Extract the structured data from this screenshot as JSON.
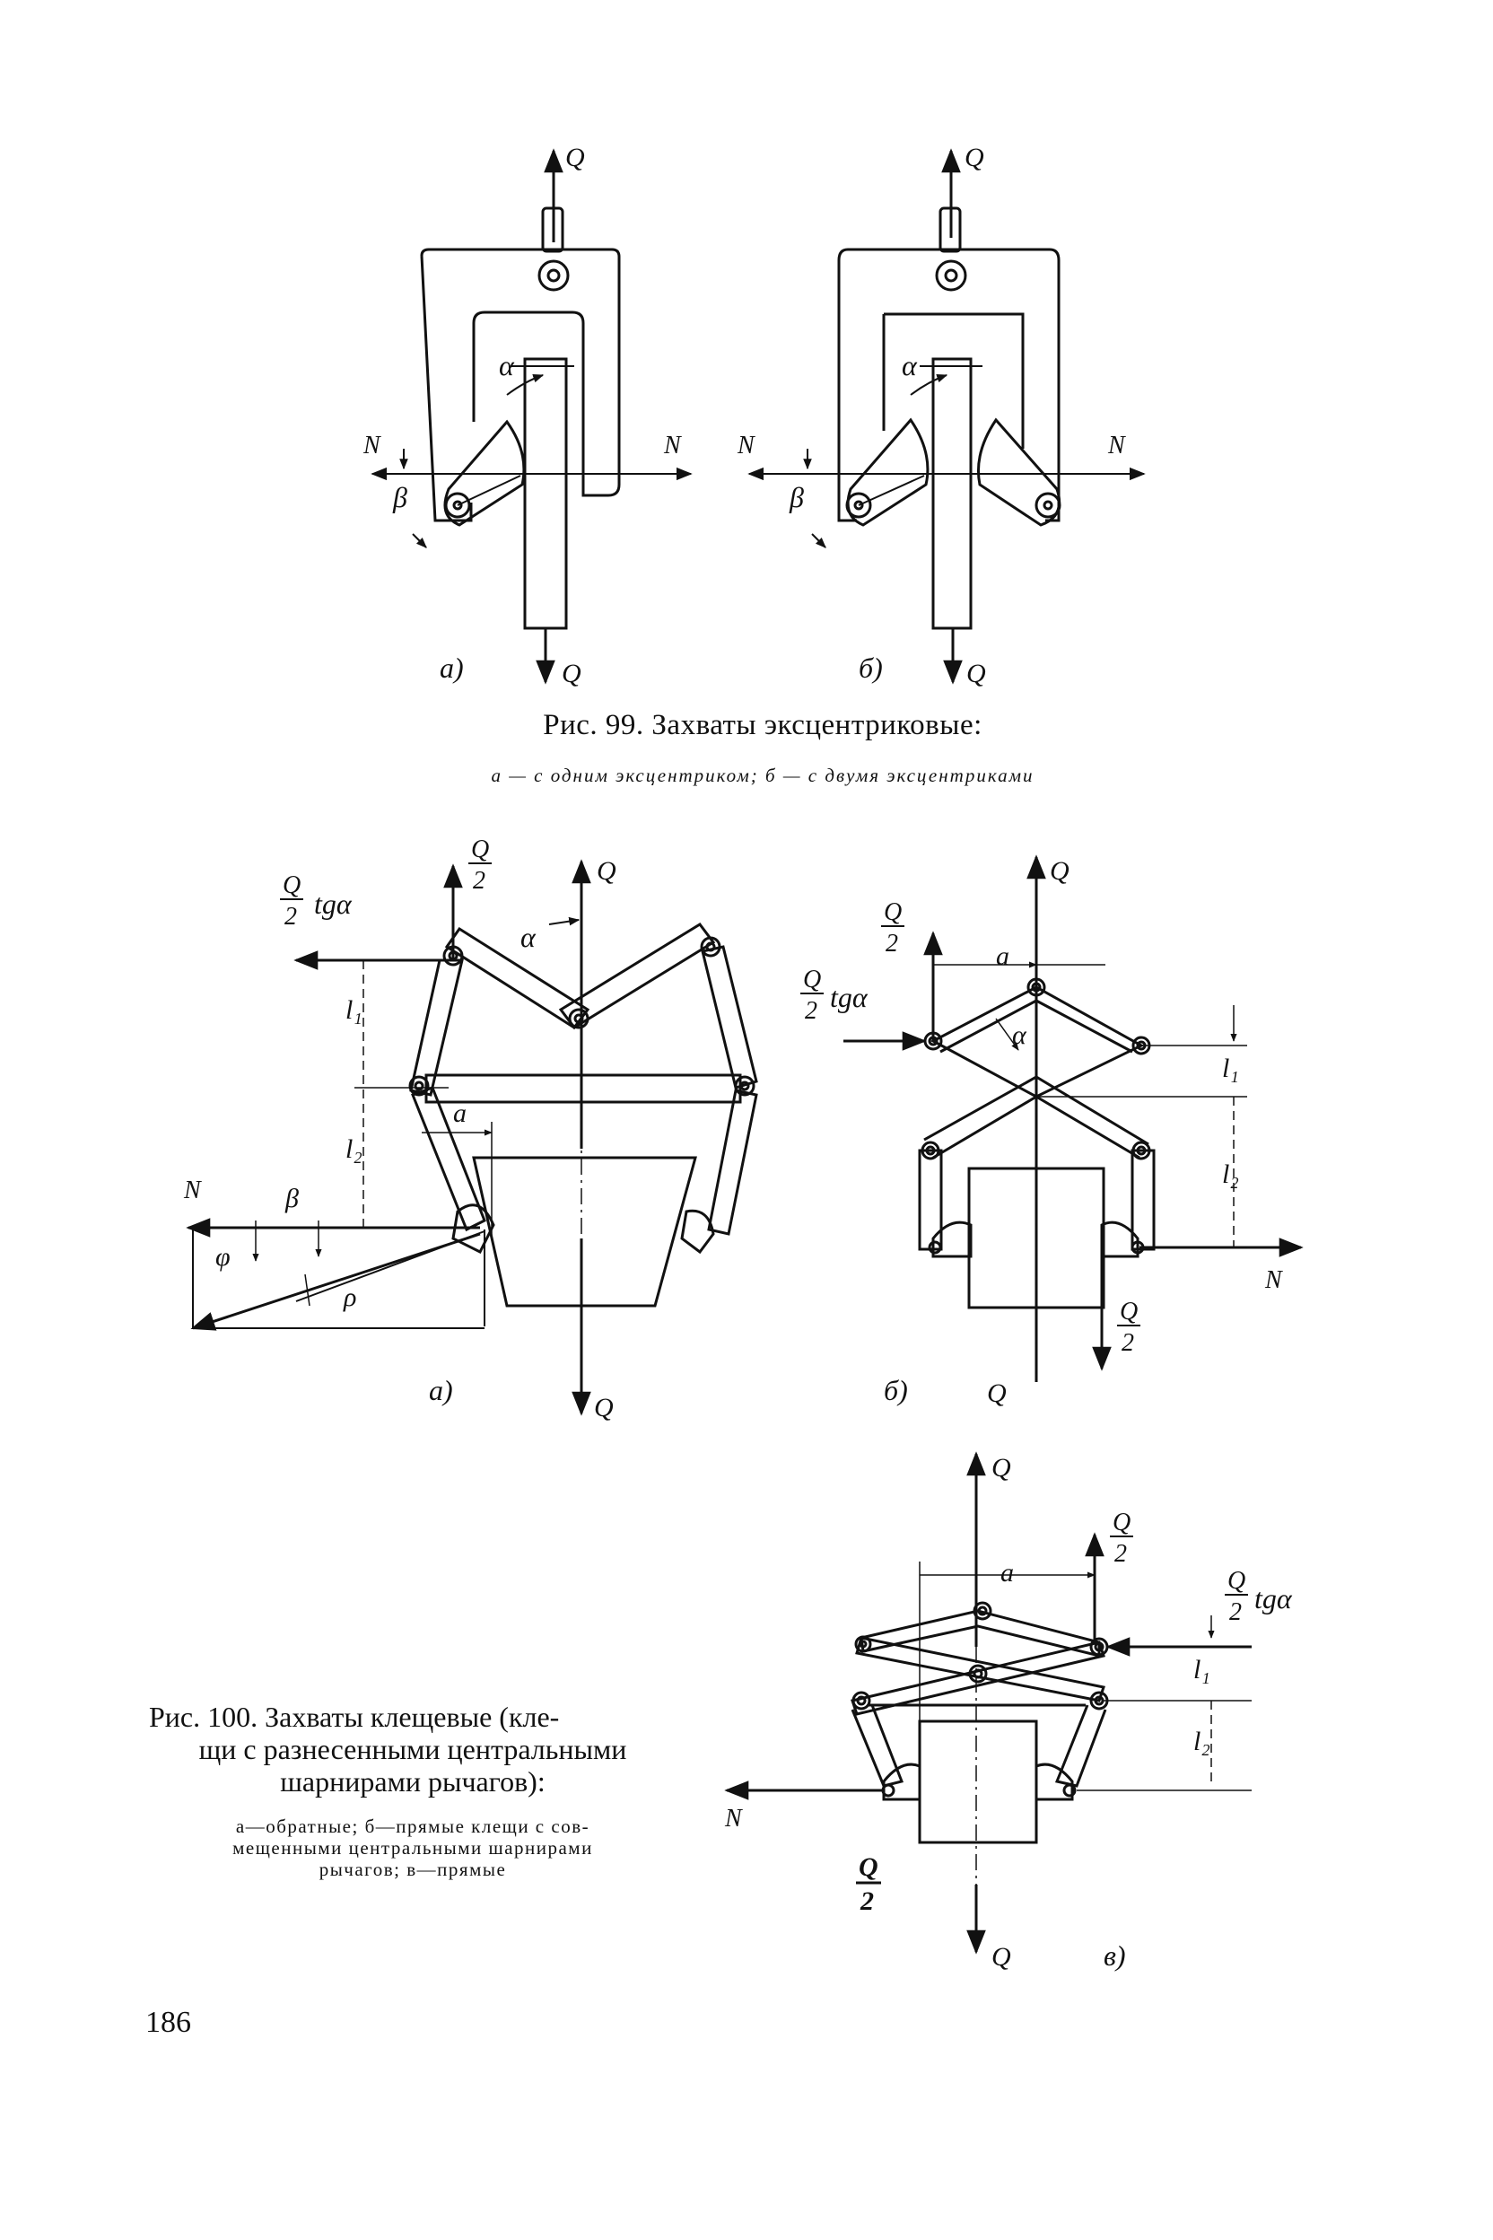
{
  "fig99": {
    "caption_title": "Рис. 99. Захваты эксцентриковые:",
    "caption_sub": "а — с одним эксцентриком; б — с двумя эксцентриками",
    "labels": {
      "Q": "Q",
      "N": "N",
      "alpha": "α",
      "beta": "β",
      "a": "а)",
      "b": "б)"
    }
  },
  "fig100": {
    "caption_title_lines": [
      "Рис. 100. Захваты клещевые (кле-",
      "щи с разнесенными центральными",
      "шарнирами рычагов):"
    ],
    "caption_sub_lines": [
      "а—обратные; б—прямые клещи с сов-",
      "мещенными центральными шарнирами",
      "рычагов; в—прямые"
    ],
    "labels": {
      "Q": "Q",
      "N": "N",
      "half_num": "Q",
      "half_den": "2",
      "tg": "tgα",
      "alpha": "α",
      "beta": "β",
      "phi": "φ",
      "rho": "ρ",
      "a_dim": "a",
      "l1": "l₁",
      "l2": "l₂",
      "a": "а)",
      "b": "б)",
      "v": "в)"
    }
  },
  "page_number": "186"
}
